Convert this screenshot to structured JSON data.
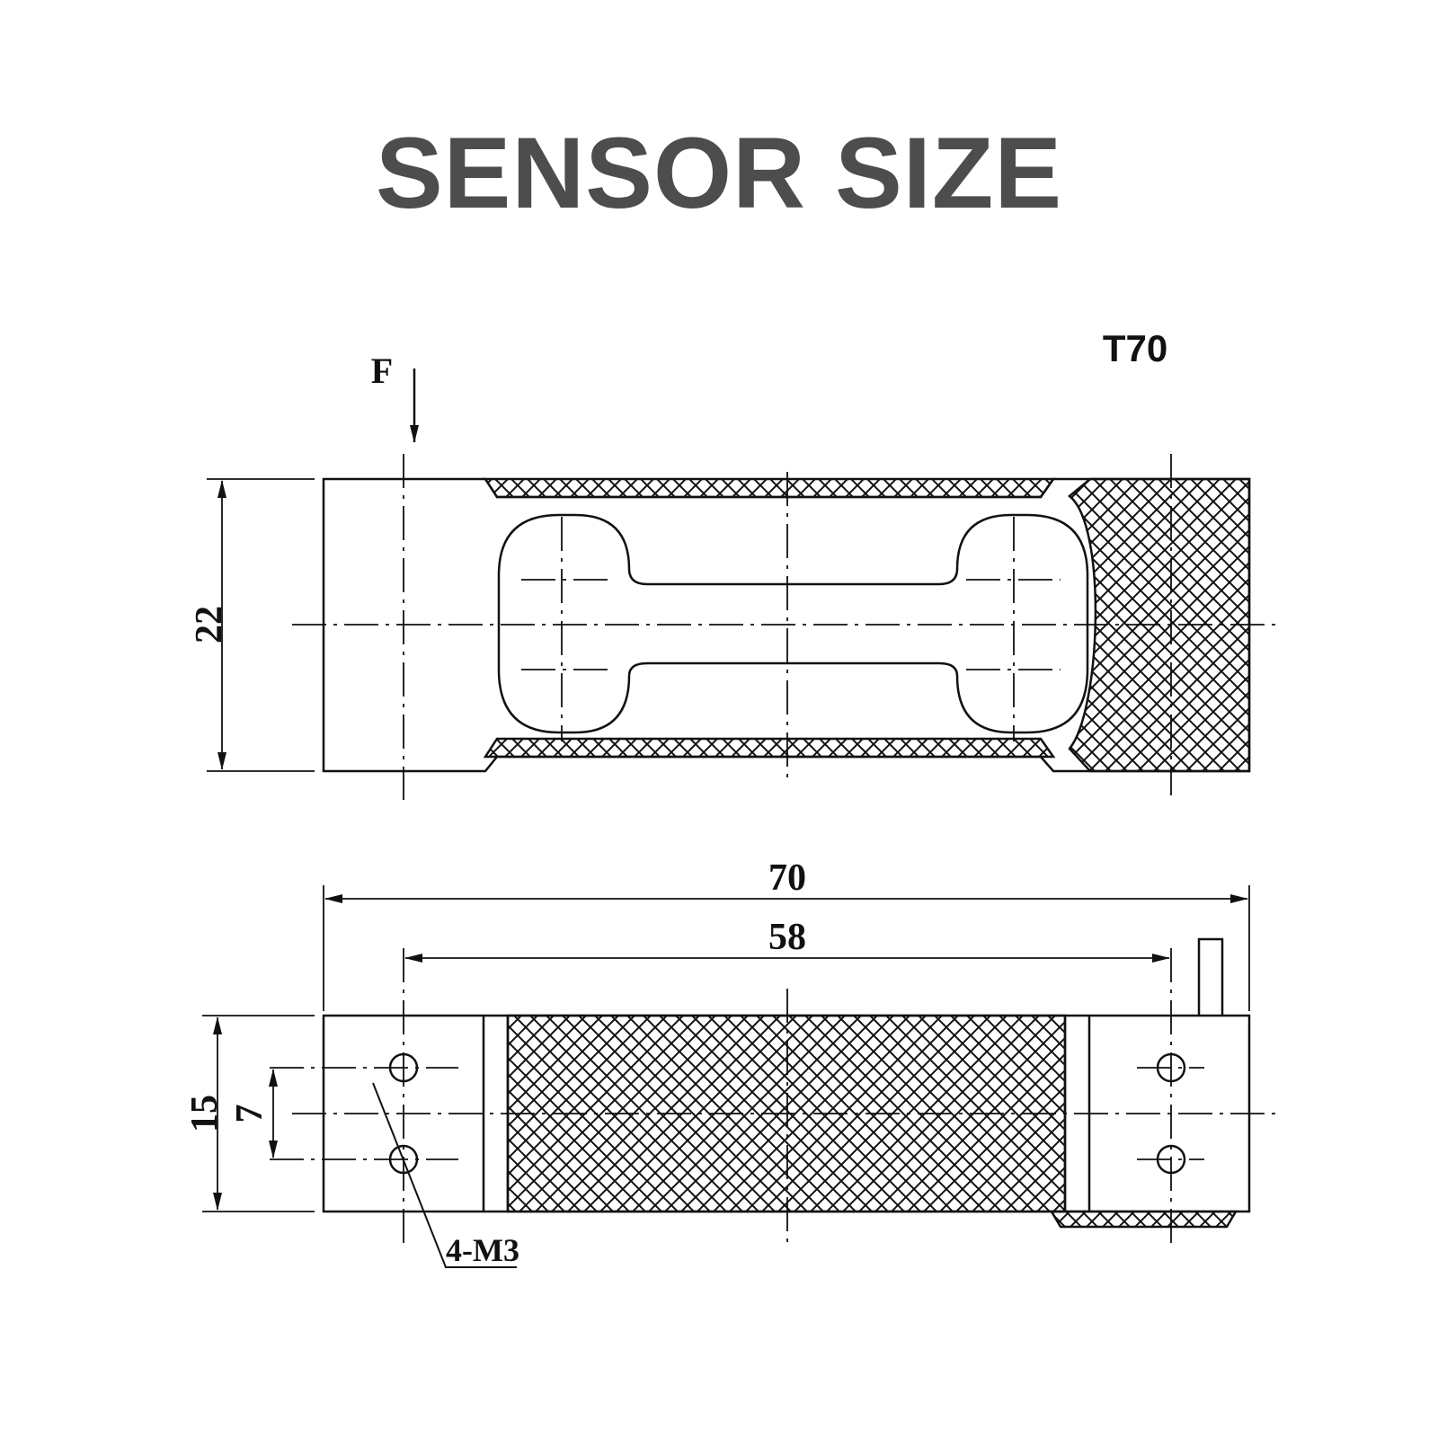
{
  "title": "SENSOR SIZE",
  "model": "T70",
  "force_label": "F",
  "dimensions": {
    "height": "22",
    "overall_length": "70",
    "hole_spacing": "58",
    "width": "15",
    "hole_pitch": "7",
    "thread": "4-M3"
  },
  "colors": {
    "title": "#4d4d4d",
    "line": "#111111",
    "background": "#ffffff"
  }
}
